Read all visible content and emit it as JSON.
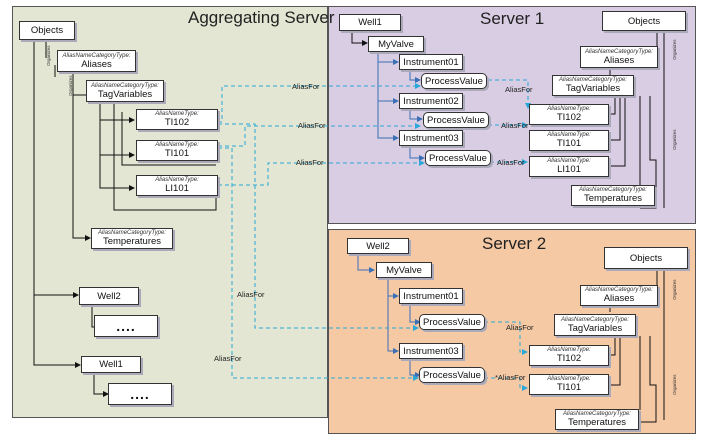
{
  "panels": {
    "aggregating": {
      "title": "Aggregating Server",
      "bg": "#e2e6d2"
    },
    "server1": {
      "title": "Server 1",
      "bg": "#d8cde2"
    },
    "server2": {
      "title": "Server 2",
      "bg": "#f6c9a5"
    }
  },
  "colors": {
    "alias_link": "#2aa8d8",
    "line": "#111111"
  },
  "agg": {
    "objects": "Objects",
    "aliases_type": "AliasNameCategoryType:",
    "aliases": "Aliases",
    "tagvars_type": "AliasNameCategoryType:",
    "tagvars": "TagVariables",
    "ti102_type": "AliasNameType:",
    "ti102": "TI102",
    "ti101_type": "AliasNameType:",
    "ti101": "TI101",
    "li101_type": "AliasNameType:",
    "li101": "LI101",
    "temps_type": "AliasNameCategoryType:",
    "temps": "Temperatures",
    "well2": "Well2",
    "well2_more": "....",
    "well1": "Well1",
    "well1_more": "...."
  },
  "s1": {
    "well": "Well1",
    "myvalve": "MyValve",
    "inst01": "Instrument01",
    "pv1": "ProcessValue",
    "inst02": "Instrument02",
    "pv2": "ProcessValue",
    "inst03": "Instrument03",
    "pv3": "ProcessValue",
    "objects": "Objects",
    "aliases_type": "AliasNameCategoryType:",
    "aliases": "Aliases",
    "tagvars_type": "AliasNameCategoryType:",
    "tagvars": "TagVariables",
    "ti102_type": "AliasNameType:",
    "ti102": "TI102",
    "ti101_type": "AliasNameType:",
    "ti101": "TI101",
    "li101_type": "AliasNameType:",
    "li101": "LI101",
    "temps_type": "AliasNameCategoryType:",
    "temps": "Temperatures",
    "side_label_top": "Organizes",
    "side_label_bottom": "Organizes"
  },
  "s2": {
    "well": "Well2",
    "myvalve": "MyValve",
    "inst01": "Instrument01",
    "pv1": "ProcessValue",
    "inst03": "Instrument03",
    "pv3": "ProcessValue",
    "objects": "Objects",
    "aliases_type": "AliasNameCategoryType:",
    "aliases": "Aliases",
    "tagvars_type": "AliasNameCategoryType:",
    "tagvars": "TagVariables",
    "ti102_type": "AliasNameType:",
    "ti102": "TI102",
    "ti101_type": "AliasNameType:",
    "ti101": "TI101",
    "temps_type": "AliasNameCategoryType:",
    "temps": "Temperatures",
    "side_label_top": "Organizes",
    "side_label_bottom": "Organizes"
  },
  "links": {
    "aliasfor": "AliasFor",
    "aliasfor_star": "*AliasFor"
  },
  "agg_side_labels": {
    "a": "Organizes",
    "b": "Organizes"
  }
}
